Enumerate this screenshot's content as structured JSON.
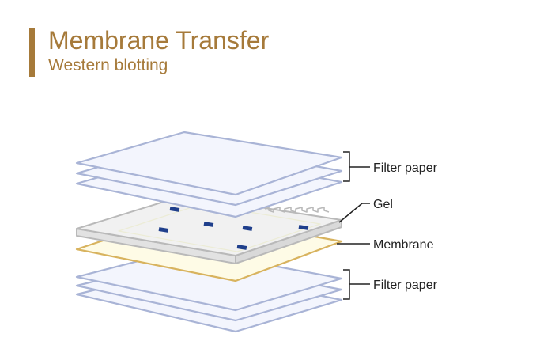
{
  "header": {
    "title": "Membrane Transfer",
    "subtitle": "Western blotting"
  },
  "labels": {
    "filter_top": "Filter paper",
    "gel": "Gel",
    "membrane": "Membrane",
    "filter_bottom": "Filter paper"
  },
  "colors": {
    "accent": "#a67a3a",
    "filter_stroke": "#a9b4d6",
    "filter_fill": "#f3f5fd",
    "gel_stroke": "#b9b9b9",
    "gel_fill": "#f1f1f1",
    "membrane_stroke": "#d8b35e",
    "membrane_fill": "#fefbe6",
    "protein_band": "#1f3f8c"
  }
}
